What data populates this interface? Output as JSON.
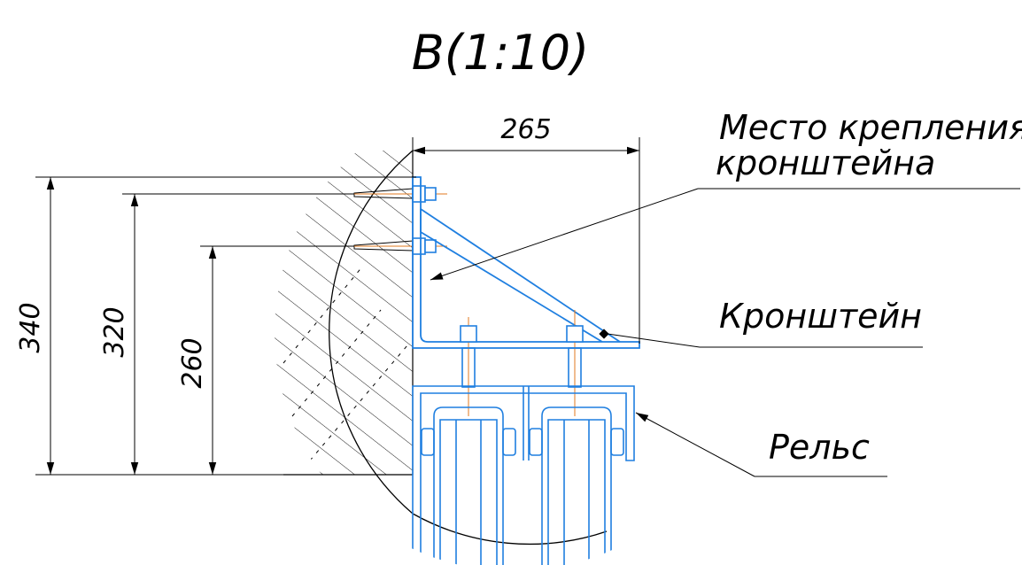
{
  "drawing": {
    "view_title": "В(1:10)",
    "callouts": {
      "mount_point_line1": "Место крепления",
      "mount_point_line2": "кронштейна",
      "bracket": "Кронштейн",
      "rail": "Рельс"
    },
    "dimensions": {
      "width": "265",
      "height_total": "340",
      "height_upper_anchor": "320",
      "height_lower_anchor": "260"
    },
    "colors": {
      "part_outline": "#1f7fe0",
      "dimension_line": "#000000",
      "axis_line": "#e07a1f",
      "hatch": "#000000"
    }
  }
}
